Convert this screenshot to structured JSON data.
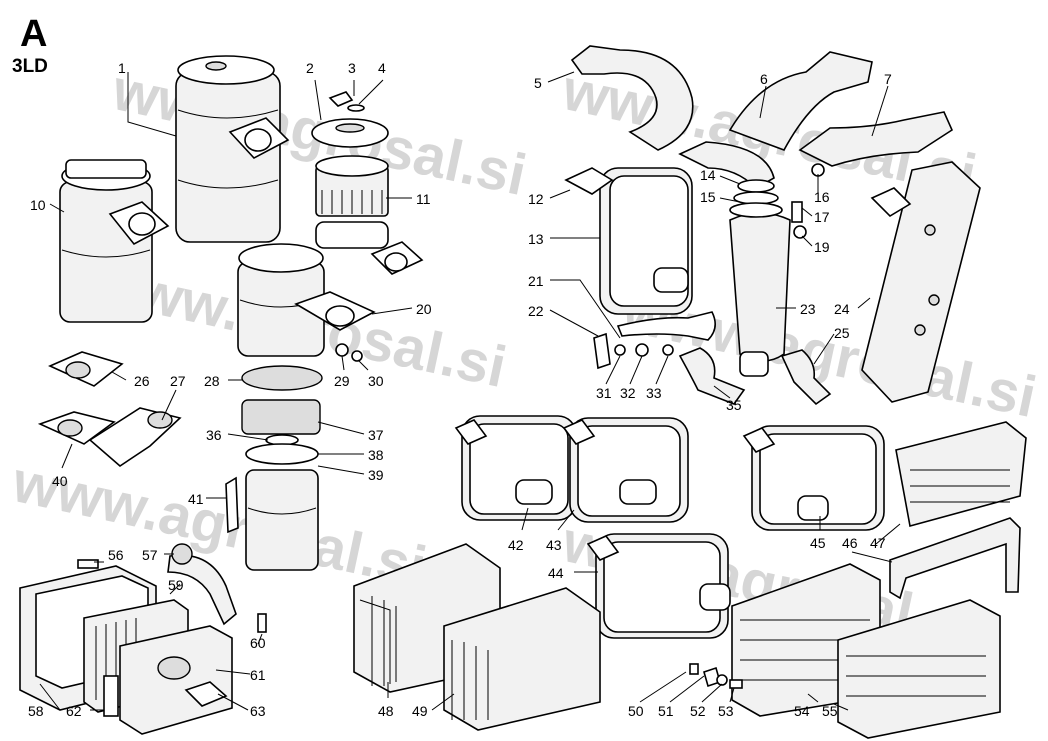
{
  "header": {
    "letter": "A",
    "model": "3LD"
  },
  "watermark": {
    "text": "www.agrosal.si"
  },
  "callouts": [
    {
      "id": "1",
      "label": "1"
    },
    {
      "id": "2",
      "label": "2"
    },
    {
      "id": "3",
      "label": "3"
    },
    {
      "id": "4",
      "label": "4"
    },
    {
      "id": "5",
      "label": "5"
    },
    {
      "id": "6",
      "label": "6"
    },
    {
      "id": "7",
      "label": "7"
    },
    {
      "id": "10",
      "label": "10"
    },
    {
      "id": "11",
      "label": "11"
    },
    {
      "id": "12",
      "label": "12"
    },
    {
      "id": "13",
      "label": "13"
    },
    {
      "id": "14",
      "label": "14"
    },
    {
      "id": "15",
      "label": "15"
    },
    {
      "id": "16",
      "label": "16"
    },
    {
      "id": "17",
      "label": "17"
    },
    {
      "id": "19",
      "label": "19"
    },
    {
      "id": "20",
      "label": "20"
    },
    {
      "id": "21",
      "label": "21"
    },
    {
      "id": "22",
      "label": "22"
    },
    {
      "id": "23",
      "label": "23"
    },
    {
      "id": "24",
      "label": "24"
    },
    {
      "id": "25",
      "label": "25"
    },
    {
      "id": "26",
      "label": "26"
    },
    {
      "id": "27",
      "label": "27"
    },
    {
      "id": "28",
      "label": "28"
    },
    {
      "id": "29",
      "label": "29"
    },
    {
      "id": "30",
      "label": "30"
    },
    {
      "id": "31",
      "label": "31"
    },
    {
      "id": "32",
      "label": "32"
    },
    {
      "id": "33",
      "label": "33"
    },
    {
      "id": "35",
      "label": "35"
    },
    {
      "id": "36",
      "label": "36"
    },
    {
      "id": "37",
      "label": "37"
    },
    {
      "id": "38",
      "label": "38"
    },
    {
      "id": "39",
      "label": "39"
    },
    {
      "id": "40",
      "label": "40"
    },
    {
      "id": "41",
      "label": "41"
    },
    {
      "id": "42",
      "label": "42"
    },
    {
      "id": "43",
      "label": "43"
    },
    {
      "id": "44",
      "label": "44"
    },
    {
      "id": "45",
      "label": "45"
    },
    {
      "id": "46",
      "label": "46"
    },
    {
      "id": "47",
      "label": "47"
    },
    {
      "id": "48",
      "label": "48"
    },
    {
      "id": "49",
      "label": "49"
    },
    {
      "id": "50",
      "label": "50"
    },
    {
      "id": "51",
      "label": "51"
    },
    {
      "id": "52",
      "label": "52"
    },
    {
      "id": "53",
      "label": "53"
    },
    {
      "id": "54",
      "label": "54"
    },
    {
      "id": "55",
      "label": "55"
    },
    {
      "id": "56",
      "label": "56"
    },
    {
      "id": "57",
      "label": "57"
    },
    {
      "id": "58",
      "label": "58"
    },
    {
      "id": "59",
      "label": "59"
    },
    {
      "id": "60",
      "label": "60"
    },
    {
      "id": "61",
      "label": "61"
    },
    {
      "id": "62",
      "label": "62"
    },
    {
      "id": "63",
      "label": "63"
    }
  ]
}
